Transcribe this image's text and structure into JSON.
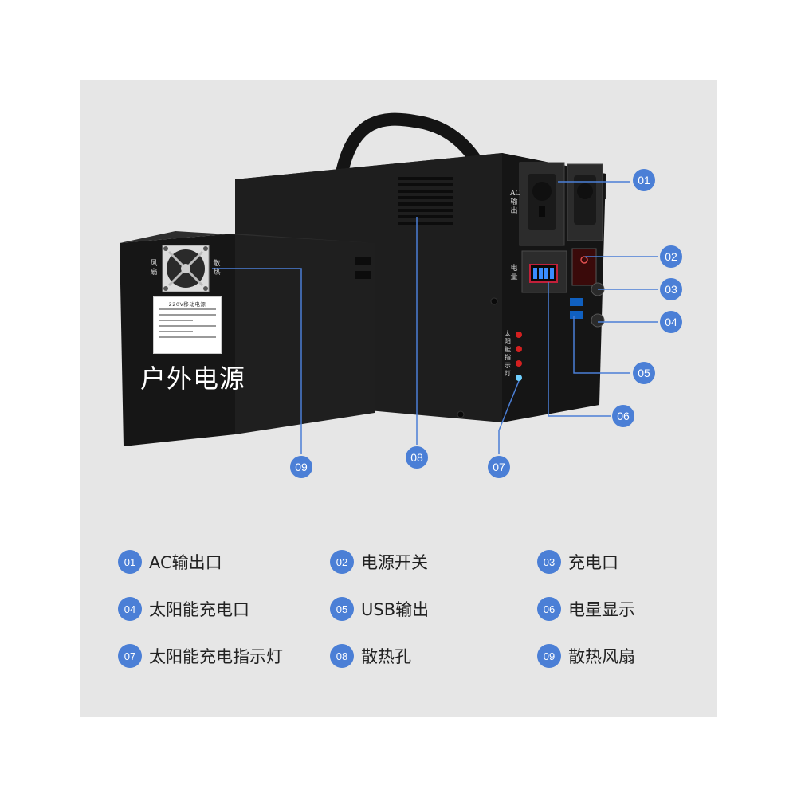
{
  "product": {
    "front_label_big": "户外电源",
    "sticker_title": "220V移动电源",
    "side_label_fan": "风扇",
    "side_label_heat": "散热",
    "panel_label_ac": "AC输出",
    "panel_label_power": "电量",
    "panel_label_indicator": "太阳能指示灯"
  },
  "colors": {
    "accent": "#4b7fd6",
    "panel_bg": "#e6e6e6",
    "device": "#1c1c1c",
    "battery_display": "#3a8dff",
    "led_red": "#d42020",
    "led_blue": "#6fd0ff"
  },
  "callouts": [
    {
      "num": "01"
    },
    {
      "num": "02"
    },
    {
      "num": "03"
    },
    {
      "num": "04"
    },
    {
      "num": "05"
    },
    {
      "num": "06"
    },
    {
      "num": "07"
    },
    {
      "num": "08"
    },
    {
      "num": "09"
    }
  ],
  "legend": [
    {
      "num": "01",
      "text": "AC输出口"
    },
    {
      "num": "02",
      "text": "电源开关"
    },
    {
      "num": "03",
      "text": "充电口"
    },
    {
      "num": "04",
      "text": "太阳能充电口"
    },
    {
      "num": "05",
      "text": "USB输出"
    },
    {
      "num": "06",
      "text": "电量显示"
    },
    {
      "num": "07",
      "text": "太阳能充电指示灯"
    },
    {
      "num": "08",
      "text": "散热孔"
    },
    {
      "num": "09",
      "text": "散热风扇"
    }
  ]
}
